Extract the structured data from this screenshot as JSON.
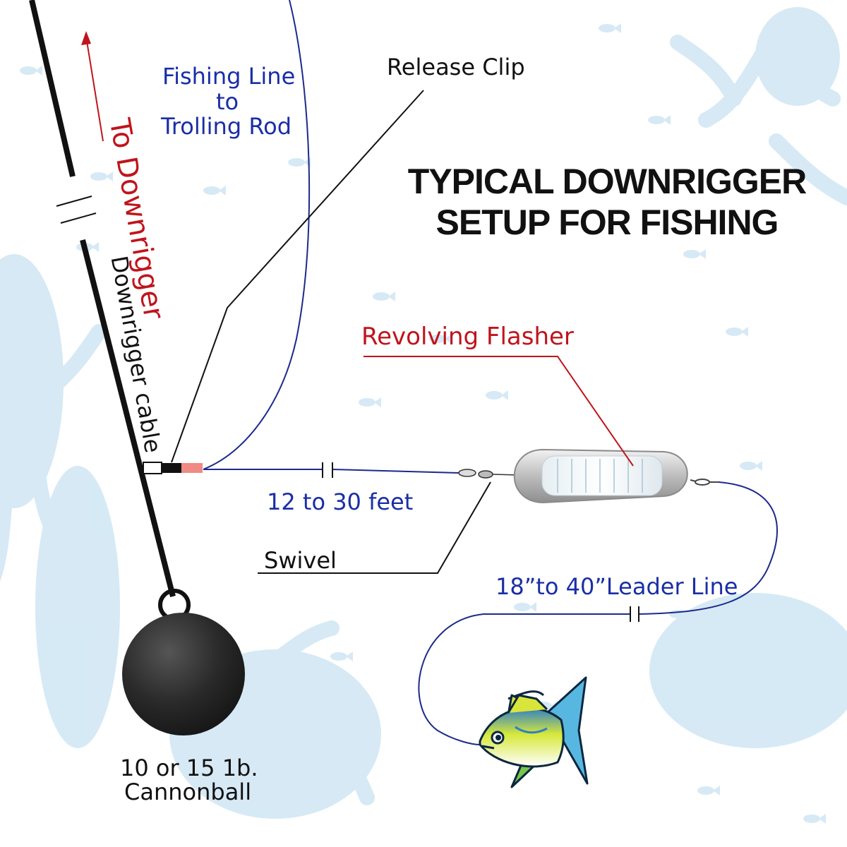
{
  "title": {
    "line1": "TYPICAL DOWNRIGGER",
    "line2": "SETUP FOR FISHING"
  },
  "labels": {
    "fishing_line": [
      "Fishing Line",
      "to",
      "Trolling Rod"
    ],
    "release_clip": "Release Clip",
    "to_downrigger": "To Downrigger",
    "downrigger_cable": "Downrigger cable",
    "revolving_flasher": "Revolving Flasher",
    "distance_main": "12 to 30 feet",
    "swivel": "Swivel",
    "leader_line": "18”to 40”Leader Line",
    "cannonball": [
      "10 or 15 1b.",
      "Cannonball"
    ]
  },
  "colors": {
    "blue_label": "#1a2ea6",
    "red_label": "#c0141c",
    "line_blue": "#1c2a8c",
    "background_pattern": "#cfe6f4",
    "cable": "#111111"
  },
  "icons": [
    "fish-silhouette-icon",
    "coral-silhouette-icon",
    "lure-fish-icon",
    "cannonball-weight-icon",
    "flasher-icon"
  ]
}
